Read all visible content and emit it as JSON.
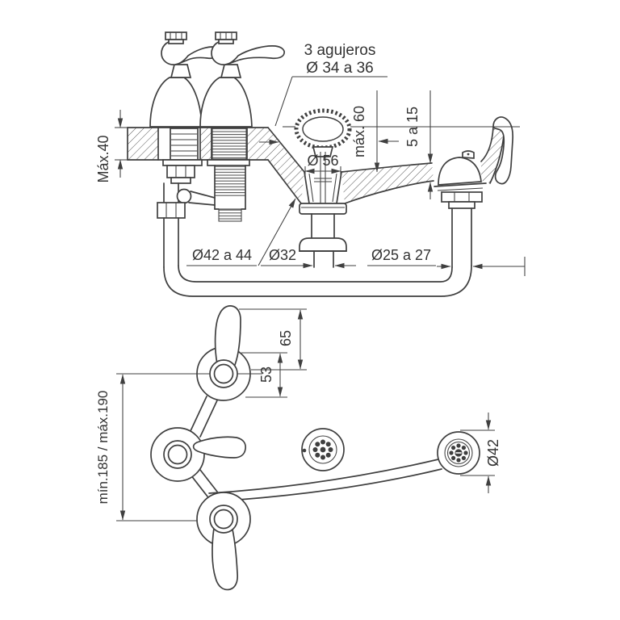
{
  "drawing": {
    "title_hint": "bidet faucet installation dimensions",
    "colors": {
      "line": "#3f3f3f",
      "text": "#333333",
      "background": "#ffffff"
    },
    "top_view": {
      "holes_note_1": "3 agujeros",
      "holes_note_2": "Ø 34 a 36",
      "max_deck_thickness": "Máx.40",
      "max_depth": "máx. 60",
      "rim_thickness_range": "5 a 15",
      "drain_flange_diameter": "Ø 56",
      "tap_hole_diameter": "Ø42 a 44",
      "drain_pipe_diameter": "Ø32",
      "spray_hole_diameter": "Ø25 a 27"
    },
    "plan_view": {
      "lever_height": "65",
      "handle_offset": "53",
      "handle_centers_range": "mín.185 / máx.190",
      "spray_rose_diameter": "Ø42"
    }
  }
}
